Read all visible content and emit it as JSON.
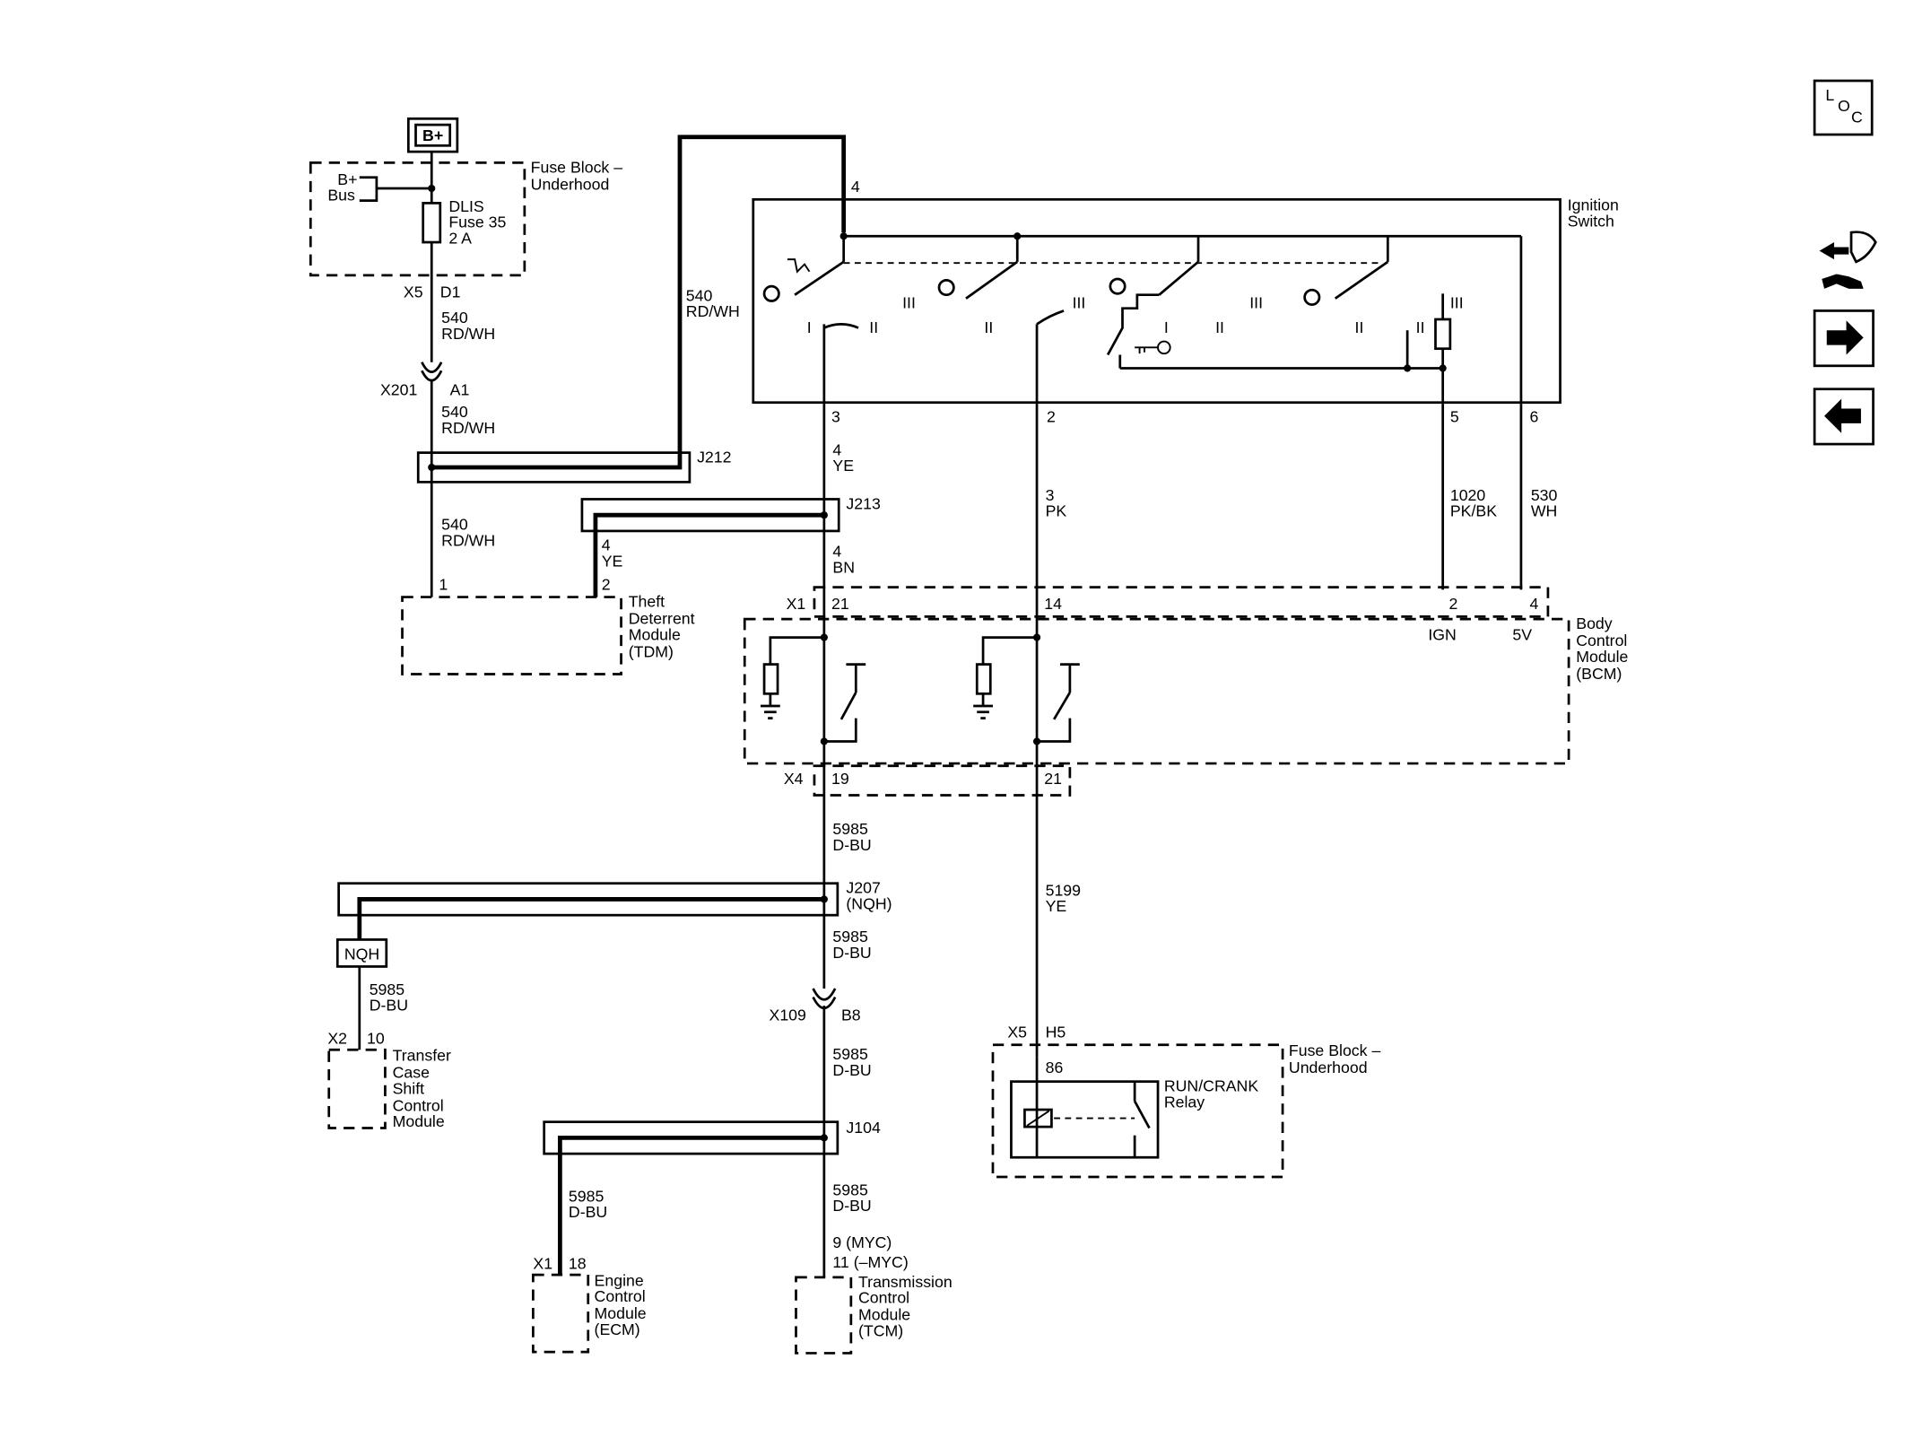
{
  "power": {
    "label": "B+"
  },
  "fuse_block_top": {
    "title_line1": "Fuse Block –",
    "title_line2": "Underhood",
    "bus_line1": "B+",
    "bus_line2": "Bus",
    "fuse_line1": "DLIS",
    "fuse_line2": "Fuse 35",
    "fuse_line3": "2 A",
    "connector": "X5",
    "pin": "D1"
  },
  "inline_x201": {
    "connector": "X201",
    "pin": "A1"
  },
  "splices": {
    "j212": "J212",
    "j213": "J213",
    "j207_line1": "J207",
    "j207_line2": "(NQH)",
    "j104": "J104"
  },
  "circuits": {
    "c540_a": {
      "num": "540",
      "color": "RD/WH"
    },
    "c540_b": {
      "num": "540",
      "color": "RD/WH"
    },
    "c540_c": {
      "num": "540",
      "color": "RD/WH"
    },
    "c540_top": {
      "num": "540",
      "color": "RD/WH"
    },
    "c4_ye_a": {
      "num": "4",
      "color": "YE"
    },
    "c4_ye_b": {
      "num": "4",
      "color": "YE"
    },
    "c4_bn": {
      "num": "4",
      "color": "BN"
    },
    "c3_pk": {
      "num": "3",
      "color": "PK"
    },
    "c1020": {
      "num": "1020",
      "color": "PK/BK"
    },
    "c530": {
      "num": "530",
      "color": "WH"
    },
    "c5985_a": {
      "num": "5985",
      "color": "D-BU"
    },
    "c5985_b": {
      "num": "5985",
      "color": "D-BU"
    },
    "c5985_c": {
      "num": "5985",
      "color": "D-BU"
    },
    "c5985_d": {
      "num": "5985",
      "color": "D-BU"
    },
    "c5985_e": {
      "num": "5985",
      "color": "D-BU"
    },
    "c5985_f": {
      "num": "5985",
      "color": "D-BU"
    },
    "c5199": {
      "num": "5199",
      "color": "YE"
    }
  },
  "ignition_switch": {
    "title_line1": "Ignition",
    "title_line2": "Switch",
    "pin_top": "4",
    "pin_3": "3",
    "pin_2": "2",
    "pin_5": "5",
    "pin_6": "6",
    "pos_I": "I",
    "pos_II": "II",
    "pos_III": "III"
  },
  "tdm": {
    "line1": "Theft",
    "line2": "Deterrent",
    "line3": "Module",
    "line4": "(TDM)",
    "pin1": "1",
    "pin2": "2"
  },
  "bcm": {
    "line1": "Body",
    "line2": "Control",
    "line3": "Module",
    "line4": "(BCM)",
    "x1": "X1",
    "x1_pin21": "21",
    "x1_pin14": "14",
    "x1_pin2": "2",
    "x1_pin4": "4",
    "ign": "IGN",
    "v5": "5V",
    "x4": "X4",
    "x4_pin19": "19",
    "x4_pin21": "21"
  },
  "nqh": {
    "label": "NQH"
  },
  "tcsm": {
    "connector": "X2",
    "pin": "10",
    "line1": "Transfer",
    "line2": "Case",
    "line3": "Shift",
    "line4": "Control",
    "line5": "Module"
  },
  "inline_x109": {
    "connector": "X109",
    "pin": "B8"
  },
  "ecm": {
    "connector": "X1",
    "pin": "18",
    "line1": "Engine",
    "line2": "Control",
    "line3": "Module",
    "line4": "(ECM)"
  },
  "tcm": {
    "pin_line1": "9 (MYC)",
    "pin_line2": "11 (–MYC)",
    "line1": "Transmission",
    "line2": "Control",
    "line3": "Module",
    "line4": "(TCM)"
  },
  "fuse_block_relay": {
    "connector": "X5",
    "pin": "H5",
    "title_line1": "Fuse Block –",
    "title_line2": "Underhood",
    "relay_pin": "86",
    "relay_line1": "RUN/CRANK",
    "relay_line2": "Relay"
  },
  "nav": {
    "loc_l": "L",
    "loc_o": "O",
    "loc_c": "C",
    "icons": [
      "loc-icon",
      "wrench-connector-icon",
      "arrow-right-icon",
      "arrow-left-icon"
    ]
  }
}
